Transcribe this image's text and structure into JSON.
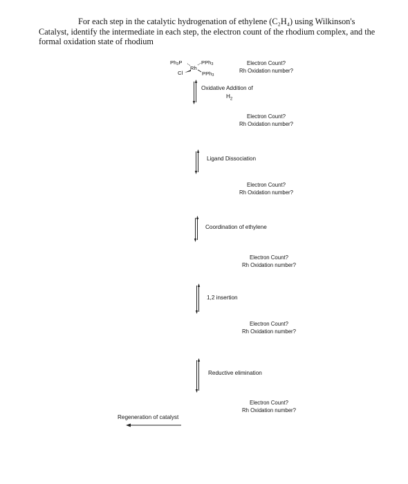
{
  "intro": {
    "text": "For each step in the catalytic hydrogenation of ethylene (C₂H₄) using Wilkinson's Catalyst, identify the intermediate in each step, the electron count of the rhodium complex, and the formal oxidation state of rhodium"
  },
  "catalyst": {
    "ph3p": "Ph3P",
    "pph3_top": "PPh3",
    "rh": "Rh",
    "cl": "Cl",
    "pph3_bottom": "PPh3"
  },
  "questions": {
    "electron_count": "Electron Count?",
    "oxidation_number": "Rh Oxidation number?"
  },
  "steps": [
    {
      "label_line1": "Oxidative Addition of",
      "label_line2": "H2"
    },
    {
      "label": "Ligand Dissociation"
    },
    {
      "label": "Coordination of ethylene"
    },
    {
      "label": "1,2 insertion"
    },
    {
      "label": "Reductive elimination"
    }
  ],
  "regeneration": {
    "label": "Regeneration of catalyst"
  }
}
